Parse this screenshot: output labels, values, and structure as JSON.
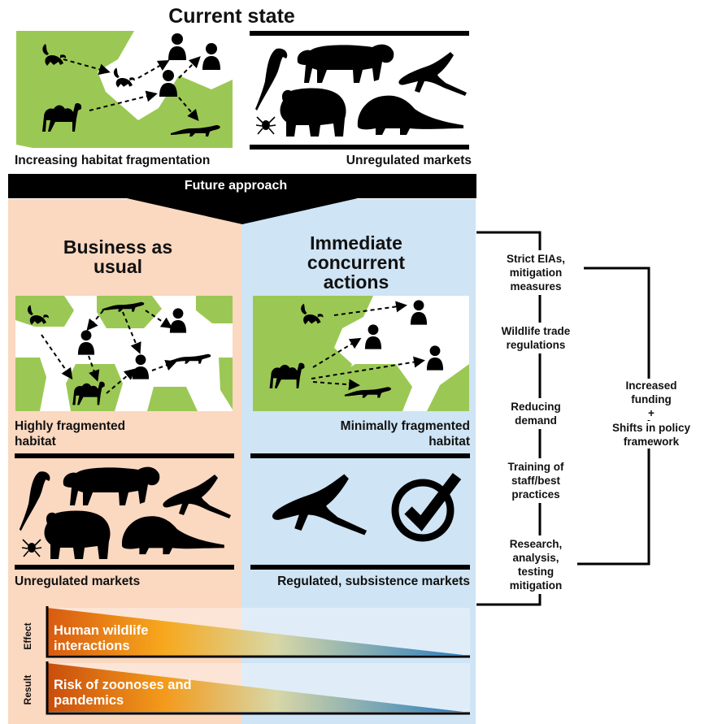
{
  "current_state": {
    "title": "Current state",
    "left_caption": "Increasing habitat fragmentation",
    "right_caption": "Unregulated markets"
  },
  "future": {
    "banner": "Future approach",
    "left_heading": "Business as usual",
    "right_heading": "Immediate concurrent actions",
    "left_habitat_caption": "Highly fragmented habitat",
    "right_habitat_caption": "Minimally fragmented habitat",
    "left_market_caption": "Unregulated markets",
    "right_market_caption": "Regulated, subsistence markets"
  },
  "actions": [
    "Strict EIAs, mitigation measures",
    "Wildlife trade regulations",
    "Reducing demand",
    "Training of staff/best practices",
    "Research, analysis, testing mitigation"
  ],
  "outcome": {
    "line1": "Increased funding",
    "plus": "+",
    "line2": "Shifts in policy framework"
  },
  "effects": [
    {
      "axis": "Effect",
      "text": "Human wildlife interactions"
    },
    {
      "axis": "Result",
      "text": "Risk of zoonoses and pandemics"
    }
  ],
  "colors": {
    "habitat_green": "#9bc854",
    "bau_bg": "#fbd8c0",
    "action_bg": "#cfe4f4",
    "black": "#000000"
  },
  "icons": [
    "person-icon",
    "lemur-icon",
    "camel-icon",
    "weasel-icon",
    "parrot-icon",
    "tiger-icon",
    "crocodile-icon",
    "bear-icon",
    "pangolin-icon",
    "spider-icon",
    "checkmark-icon"
  ]
}
